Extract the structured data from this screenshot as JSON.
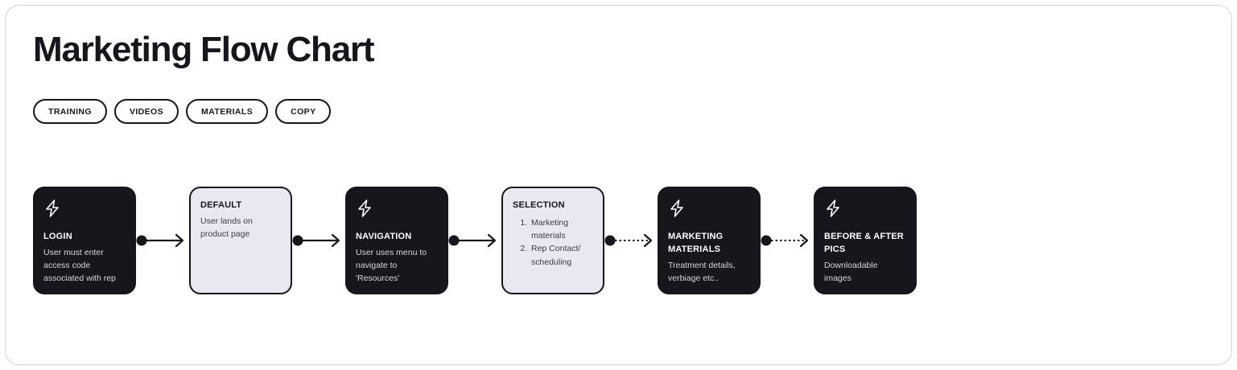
{
  "page": {
    "title": "Marketing Flow Chart"
  },
  "tags": [
    {
      "label": "TRAINING",
      "name": "tag-training"
    },
    {
      "label": "VIDEOS",
      "name": "tag-videos"
    },
    {
      "label": "MATERIALS",
      "name": "tag-materials"
    },
    {
      "label": "COPY",
      "name": "tag-copy"
    }
  ],
  "colors": {
    "dark_card": "#15171c",
    "light_card": "#e7e8f0",
    "card_border": "#15171c",
    "frame_border": "#cfd2d8",
    "body_text_dark_card": "#d5d7dc",
    "body_text_light_card": "#3a3d45"
  },
  "chart_data": {
    "type": "diagram",
    "title": "Marketing Flow Chart",
    "layout": "horizontal-flow",
    "nodes": [
      {
        "id": "login",
        "title": "LOGIN",
        "body": "User must enter access code associated with rep",
        "style": "dark",
        "icon": "lightning-bolt-icon"
      },
      {
        "id": "default",
        "title": "DEFAULT",
        "body": "User lands on product page",
        "style": "light",
        "icon": null
      },
      {
        "id": "navigation",
        "title": "NAVIGATION",
        "body": "User uses menu to navigate to 'Resources'",
        "style": "dark",
        "icon": "lightning-bolt-icon"
      },
      {
        "id": "selection",
        "title": "SELECTION",
        "body": null,
        "list": [
          "Marketing materials",
          "Rep Contact/ scheduling"
        ],
        "style": "light",
        "icon": null
      },
      {
        "id": "marketing-materials",
        "title": "MARKETING MATERIALS",
        "body": "Treatment details, verbiage etc..",
        "style": "dark",
        "icon": "lightning-bolt-icon"
      },
      {
        "id": "before-after-pics",
        "title": "BEFORE & AFTER PICS",
        "body": "Downloadable images",
        "style": "dark",
        "icon": "lightning-bolt-icon"
      }
    ],
    "connectors": [
      {
        "from": "login",
        "to": "default",
        "style": "solid"
      },
      {
        "from": "default",
        "to": "navigation",
        "style": "solid"
      },
      {
        "from": "navigation",
        "to": "selection",
        "style": "solid"
      },
      {
        "from": "selection",
        "to": "marketing-materials",
        "style": "dotted"
      },
      {
        "from": "marketing-materials",
        "to": "before-after-pics",
        "style": "dotted"
      }
    ]
  }
}
